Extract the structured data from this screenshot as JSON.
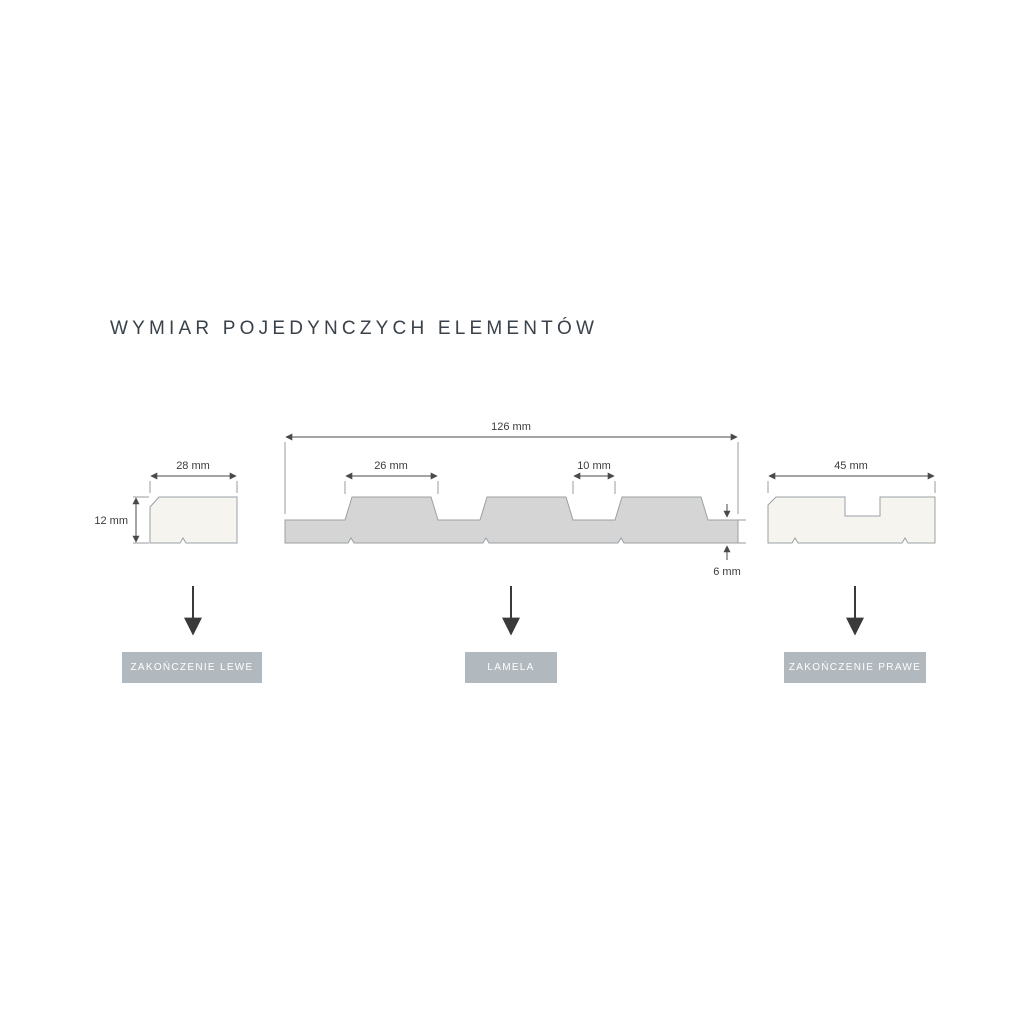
{
  "title": "WYMIAR POJEDYNCZYCH ELEMENTÓW",
  "dimensions": {
    "lamela_total_width": "126 mm",
    "left_end_width": "28 mm",
    "slat_width": "26 mm",
    "groove_width": "10 mm",
    "right_end_width": "45 mm",
    "profile_height": "12 mm",
    "base_thickness": "6 mm"
  },
  "labels": {
    "left_end": "ZAKOŃCZENIE LEWE",
    "lamela": "LAMELA",
    "right_end": "ZAKOŃCZENIE PRAWE"
  },
  "colors": {
    "end_piece_fill": "#f6f4ef",
    "lamela_fill": "#d5d5d5",
    "outline": "#9aa0a4",
    "dimension_line": "#4a4a4a",
    "label_background": "#b1b8be",
    "label_text": "#ffffff",
    "title_text": "#39424a"
  }
}
